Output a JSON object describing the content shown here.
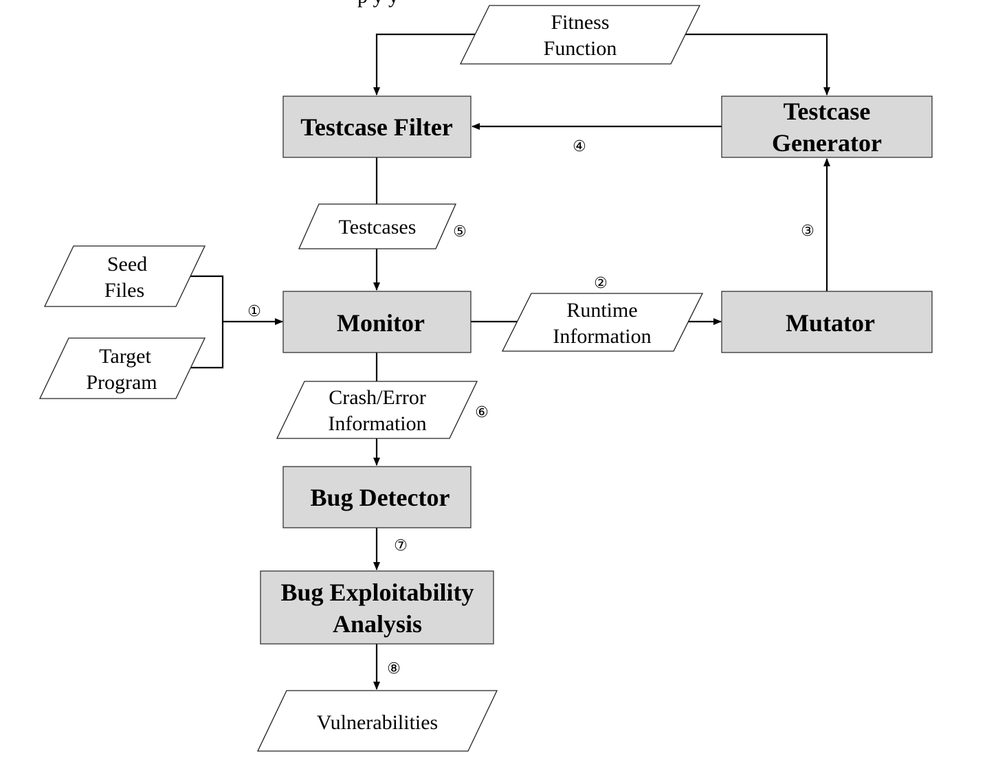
{
  "processes": {
    "testcase_filter": "Testcase Filter",
    "testcase_generator": [
      "Testcase",
      "Generator"
    ],
    "monitor": "Monitor",
    "mutator": "Mutator",
    "bug_detector": "Bug Detector",
    "bug_exploitability_analysis": [
      "Bug Exploitability",
      "Analysis"
    ]
  },
  "data_items": {
    "fitness_function": [
      "Fitness",
      "Function"
    ],
    "testcases": "Testcases",
    "seed_files": [
      "Seed",
      "Files"
    ],
    "target_program": [
      "Target",
      "Program"
    ],
    "runtime_information": [
      "Runtime",
      "Information"
    ],
    "crash_error_information": [
      "Crash/Error",
      "Information"
    ],
    "vulnerabilities": "Vulnerabilities"
  },
  "steps": {
    "step1": "①",
    "step2": "②",
    "step3": "③",
    "step4": "④",
    "step5": "⑤",
    "step6": "⑥",
    "step7": "⑦",
    "step8": "⑧"
  },
  "colors": {
    "process_fill": "#d9d9d9",
    "stroke": "#000000",
    "background": "#ffffff"
  }
}
